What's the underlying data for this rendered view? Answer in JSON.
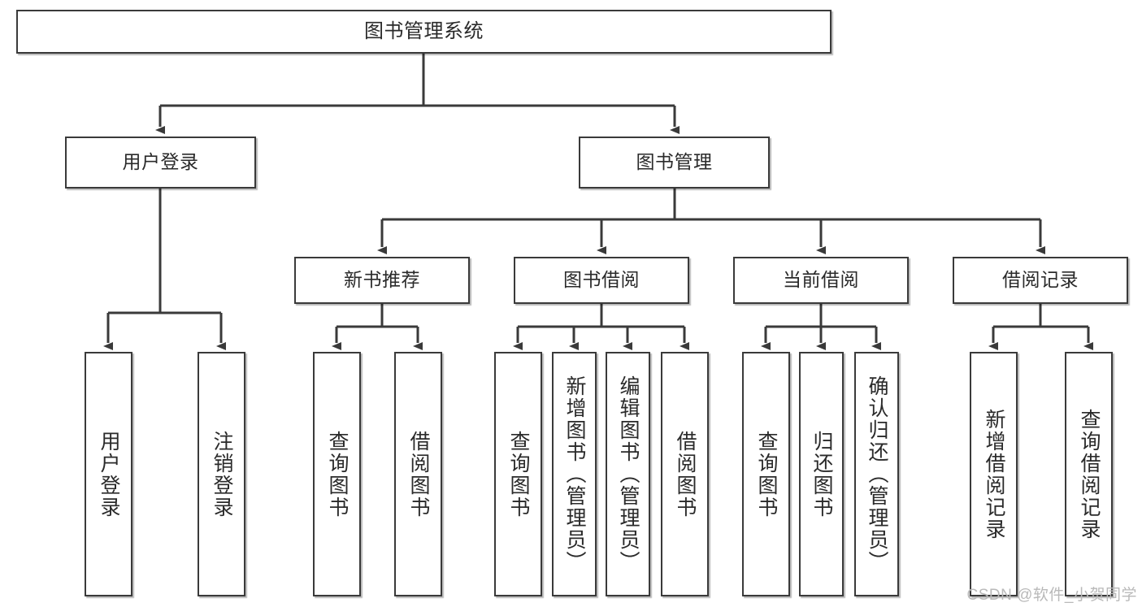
{
  "diagram": {
    "title": "图书管理系统",
    "type": "tree-hierarchy",
    "root": {
      "id": "root",
      "label": "图书管理系统"
    },
    "level2": [
      {
        "id": "user-login",
        "label": "用户登录"
      },
      {
        "id": "book-manage",
        "label": "图书管理"
      }
    ],
    "level3": [
      {
        "id": "new-book-rec",
        "label": "新书推荐",
        "parent": "book-manage"
      },
      {
        "id": "book-borrow",
        "label": "图书借阅",
        "parent": "book-manage"
      },
      {
        "id": "current-borrow",
        "label": "当前借阅",
        "parent": "book-manage"
      },
      {
        "id": "borrow-record",
        "label": "借阅记录",
        "parent": "book-manage"
      }
    ],
    "leaves": [
      {
        "id": "leaf-user-login",
        "label": "用户登录",
        "parent": "user-login"
      },
      {
        "id": "leaf-logout",
        "label": "注销登录",
        "parent": "user-login"
      },
      {
        "id": "leaf-query-book-1",
        "label": "查询图书",
        "parent": "new-book-rec"
      },
      {
        "id": "leaf-borrow-book-1",
        "label": "借阅图书",
        "parent": "new-book-rec"
      },
      {
        "id": "leaf-query-book-2",
        "label": "查询图书",
        "parent": "book-borrow"
      },
      {
        "id": "leaf-add-book",
        "label": "新增图书（管理员）",
        "parent": "book-borrow"
      },
      {
        "id": "leaf-edit-book",
        "label": "编辑图书（管理员）",
        "parent": "book-borrow"
      },
      {
        "id": "leaf-borrow-book-2",
        "label": "借阅图书",
        "parent": "book-borrow"
      },
      {
        "id": "leaf-query-book-3",
        "label": "查询图书",
        "parent": "current-borrow"
      },
      {
        "id": "leaf-return-book",
        "label": "归还图书",
        "parent": "current-borrow"
      },
      {
        "id": "leaf-confirm-return",
        "label": "确认归还（管理员）",
        "parent": "current-borrow"
      },
      {
        "id": "leaf-add-record",
        "label": "新增借阅记录",
        "parent": "borrow-record"
      },
      {
        "id": "leaf-query-record",
        "label": "查询借阅记录",
        "parent": "borrow-record"
      }
    ]
  },
  "watermark": {
    "text": "CSDN @软件_小贺同学"
  },
  "colors": {
    "stroke": "#3a3a3a",
    "text": "#2a2a2a",
    "background": "#ffffff",
    "watermark": "#b9b9b9"
  }
}
